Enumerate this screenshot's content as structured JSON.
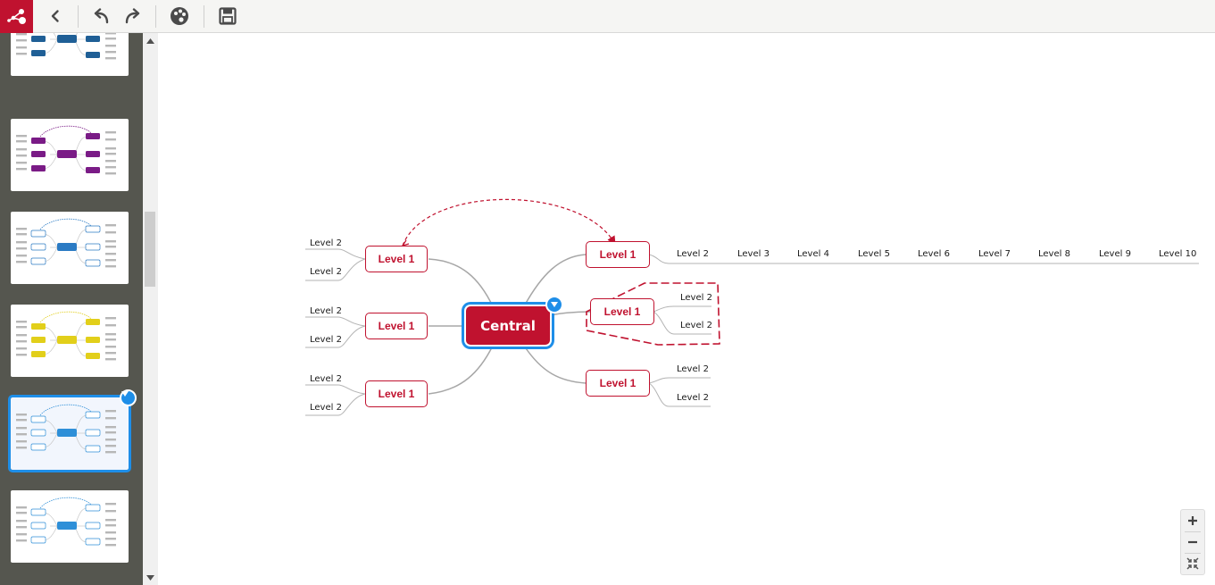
{
  "toolbar": {
    "icons": [
      "app-logo-icon",
      "back-icon",
      "undo-icon",
      "redo-icon",
      "palette-icon",
      "save-icon"
    ]
  },
  "sidebar": {
    "thumbnails": [
      {
        "theme": "dark-blue",
        "color": "#1f5f96",
        "selected": false
      },
      {
        "theme": "purple",
        "color": "#7a1b86",
        "selected": false
      },
      {
        "theme": "blue-cloud",
        "color": "#2b7bc4",
        "selected": false
      },
      {
        "theme": "yellow",
        "color": "#e2cf1a",
        "selected": false
      },
      {
        "theme": "light-blue",
        "color": "#2e8fd8",
        "selected": true
      },
      {
        "theme": "light-blue-2",
        "color": "#2e8fd8",
        "selected": false
      }
    ]
  },
  "map": {
    "central": {
      "label": "Central",
      "color": "#c0122f"
    },
    "left_topics": [
      {
        "label": "Level 1",
        "children": [
          "Level 2",
          "Level 2"
        ]
      },
      {
        "label": "Level 1",
        "children": [
          "Level 2",
          "Level 2"
        ]
      },
      {
        "label": "Level 1",
        "children": [
          "Level 2",
          "Level 2"
        ]
      }
    ],
    "right_topics": [
      {
        "label": "Level 1",
        "chain": [
          "Level 2",
          "Level 3",
          "Level 4",
          "Level 5",
          "Level 6",
          "Level 7",
          "Level 8",
          "Level 9",
          "Level 10"
        ]
      },
      {
        "label": "Level 1",
        "children": [
          "Level 2",
          "Level 2"
        ],
        "boundary": true
      },
      {
        "label": "Level 1",
        "children": [
          "Level 2",
          "Level 2"
        ]
      }
    ],
    "relationship": {
      "style": "dashed",
      "color": "#c0122f"
    }
  },
  "zoom": {
    "icons": [
      "zoom-in-icon",
      "zoom-out-icon",
      "fit-icon"
    ]
  }
}
